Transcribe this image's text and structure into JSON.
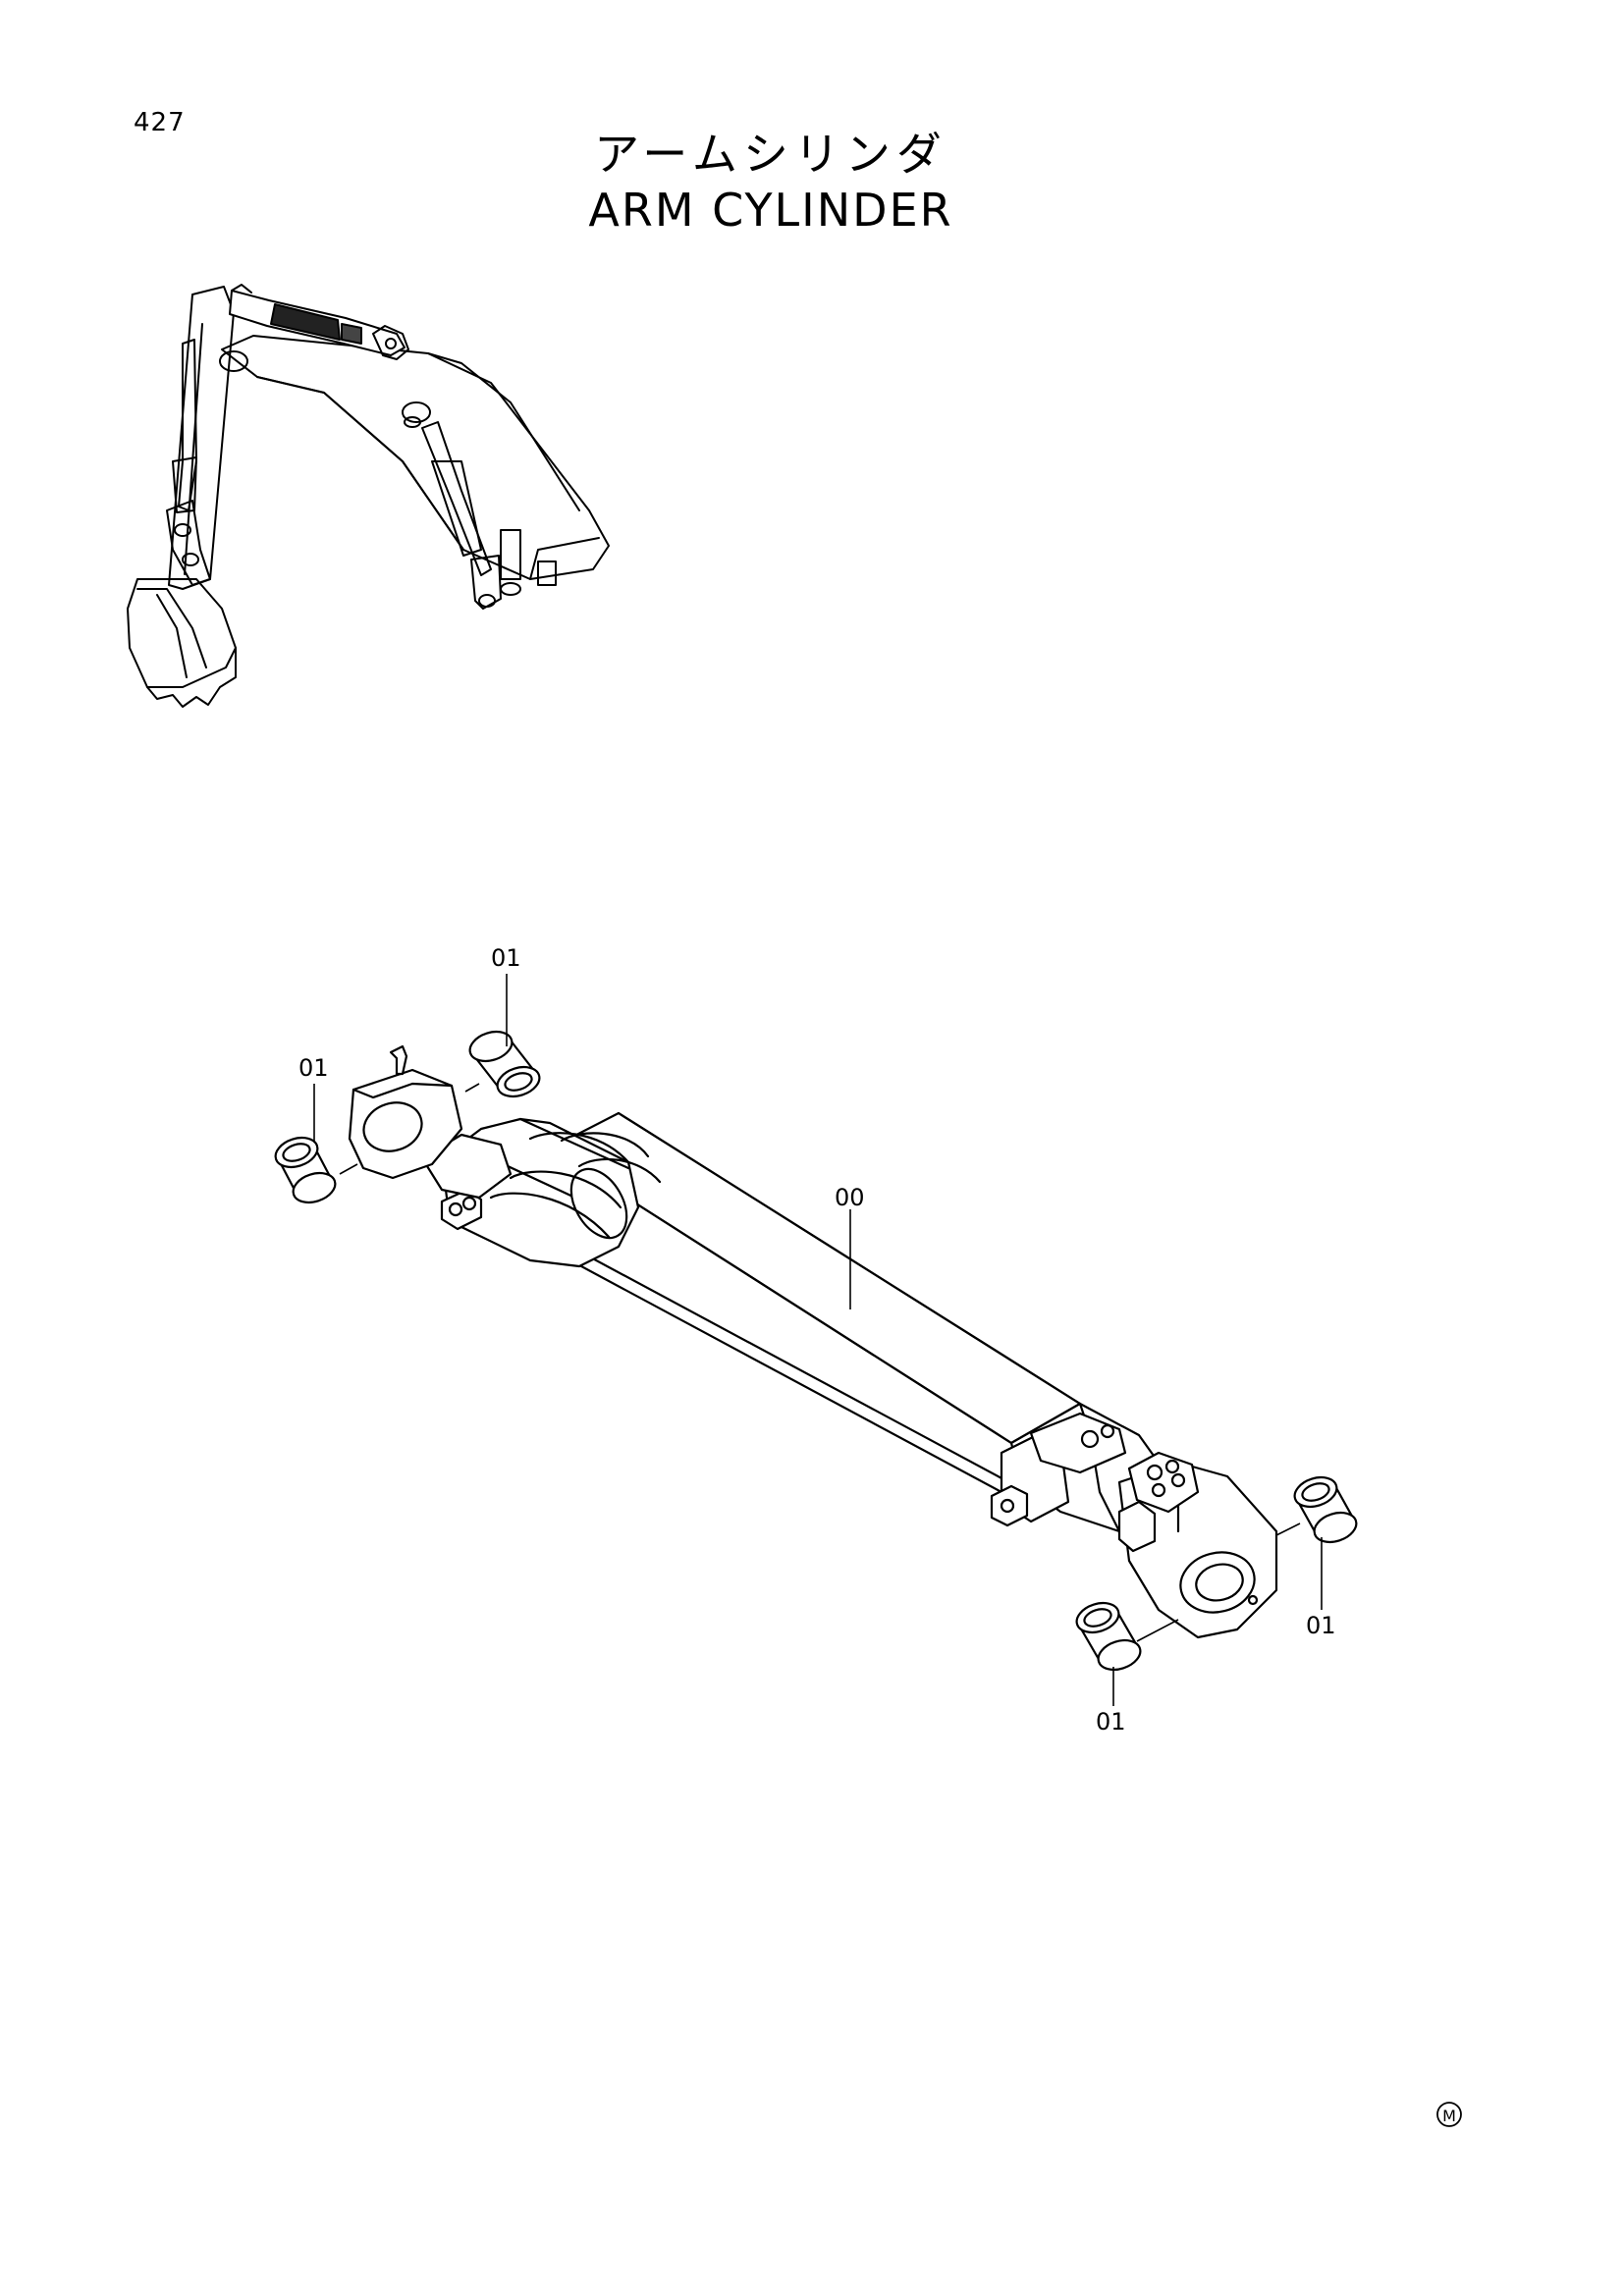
{
  "page": {
    "number": "427",
    "title_jp": "アームシリンダ",
    "title_en": "ARM CYLINDER",
    "mark": "M"
  },
  "callouts": {
    "c1": "01",
    "c2": "01",
    "c3": "00",
    "c4": "01",
    "c5": "01"
  }
}
